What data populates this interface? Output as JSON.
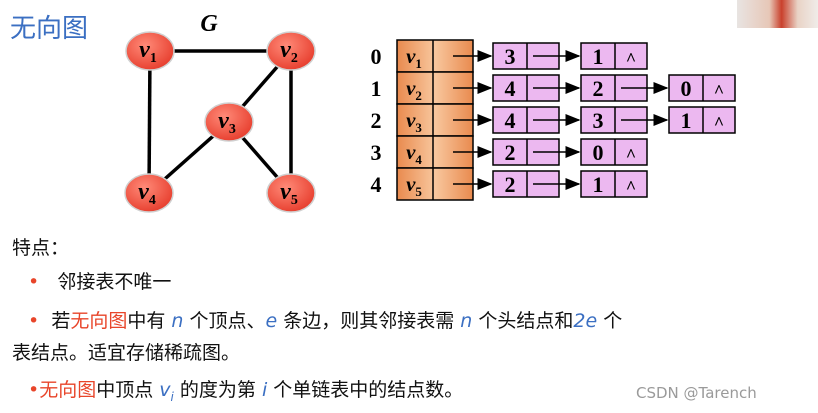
{
  "title": "无向图",
  "graph": {
    "label": "G",
    "vertices": [
      {
        "id": "v1",
        "name": "v",
        "sub": "1"
      },
      {
        "id": "v2",
        "name": "v",
        "sub": "2"
      },
      {
        "id": "v3",
        "name": "v",
        "sub": "3"
      },
      {
        "id": "v4",
        "name": "v",
        "sub": "4"
      },
      {
        "id": "v5",
        "name": "v",
        "sub": "5"
      }
    ],
    "edges": [
      [
        "v1",
        "v2"
      ],
      [
        "v1",
        "v4"
      ],
      [
        "v2",
        "v3"
      ],
      [
        "v2",
        "v5"
      ],
      [
        "v3",
        "v4"
      ],
      [
        "v3",
        "v5"
      ]
    ]
  },
  "adjacency": {
    "rows": [
      {
        "index": "0",
        "vertex": "v",
        "sub": "1",
        "nodes": [
          "3",
          "1"
        ]
      },
      {
        "index": "1",
        "vertex": "v",
        "sub": "2",
        "nodes": [
          "4",
          "2",
          "0"
        ]
      },
      {
        "index": "2",
        "vertex": "v",
        "sub": "3",
        "nodes": [
          "4",
          "3",
          "1"
        ]
      },
      {
        "index": "3",
        "vertex": "v",
        "sub": "4",
        "nodes": [
          "2",
          "0"
        ]
      },
      {
        "index": "4",
        "vertex": "v",
        "sub": "5",
        "nodes": [
          "2",
          "1"
        ]
      }
    ],
    "null_symbol": "^"
  },
  "notes": {
    "heading": "特点：",
    "bullet_symbol": "•",
    "p1": "邻接表不唯一",
    "p2_a": "若",
    "p2_b": "无向图",
    "p2_c": "中有 ",
    "p2_n": "n",
    "p2_d": " 个顶点、",
    "p2_e": "e",
    "p2_f": " 条边，则其邻接表需 ",
    "p2_n2": "n",
    "p2_g": " 个头结点和",
    "p2_2e": "2e",
    "p2_h": " 个",
    "p2_line2": "表结点。适宜存储稀疏图。",
    "p3_bullet": "•",
    "p3_a": "无向图",
    "p3_b": "中顶点 ",
    "p3_v": "v",
    "p3_i": "i",
    "p3_c": " 的度为第 ",
    "p3_i2": "i",
    "p3_d": " 个单链表中的结点数。"
  },
  "watermark": "CSDN @Tarench",
  "colors": {
    "accent_red": "#e8452a",
    "accent_blue": "#3b6fc2",
    "vertex_fill": "#f05a4a",
    "node_fill": "#ecb8f0",
    "head_fill": "#f5a76a"
  }
}
